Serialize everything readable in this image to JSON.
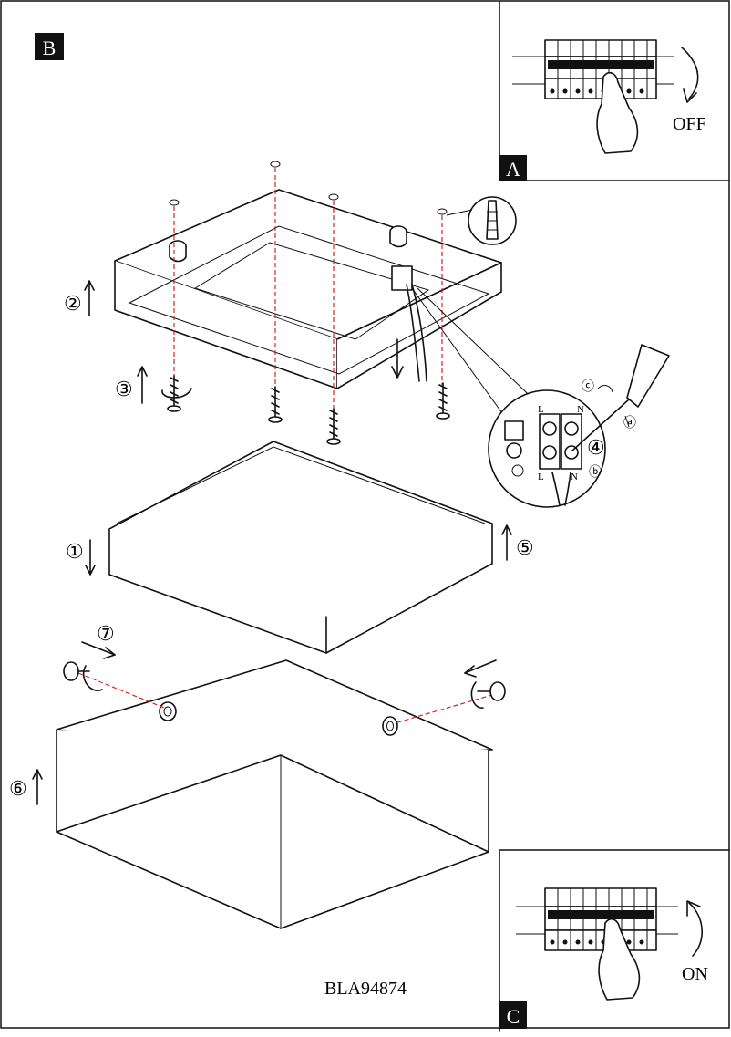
{
  "page": {
    "model_code": "BLA94874"
  },
  "panels": {
    "a": {
      "letter": "A",
      "label": "OFF"
    },
    "b": {
      "letter": "B"
    },
    "c": {
      "letter": "C",
      "label": "ON"
    }
  },
  "step_markers": [
    "①",
    "②",
    "③",
    "④",
    "⑤",
    "⑥",
    "⑦"
  ],
  "terminal_block": {
    "labels": [
      "L",
      "N",
      "L",
      "N"
    ],
    "markers": [
      "ⓐ",
      "ⓑ",
      "ⓒ"
    ]
  }
}
